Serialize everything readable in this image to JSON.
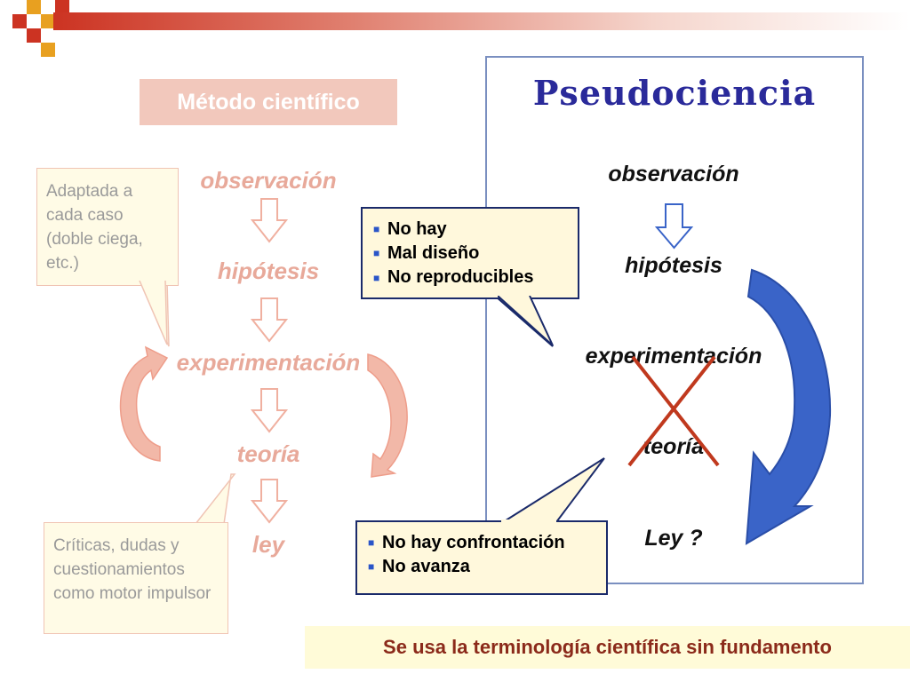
{
  "metodo": {
    "title": "Método científico",
    "steps": [
      "observación",
      "hipótesis",
      "experimentación",
      "teoría",
      "ley"
    ]
  },
  "pseudo": {
    "title": "Pseudociencia",
    "steps": [
      "observación",
      "hipótesis",
      "experimentación",
      "teoría",
      "Ley ?"
    ]
  },
  "notes": {
    "left_top": "Adaptada a cada caso (doble ciega, etc.)",
    "left_bottom": "Críticas, dudas y cuestionamientos como motor impulsor",
    "yellow_top": [
      "No hay",
      "Mal diseño",
      "No reproducibles"
    ],
    "yellow_bottom": [
      "No hay confrontación",
      "No avanza"
    ]
  },
  "footer": "Se usa la terminología científica sin fundamento",
  "colors": {
    "faded_text": "#e8a99a",
    "faded_arrow": "#f2b8a8",
    "blue_arrow": "#3a64c8",
    "cross": "#c0391e",
    "accent_red": "#cc3322"
  }
}
